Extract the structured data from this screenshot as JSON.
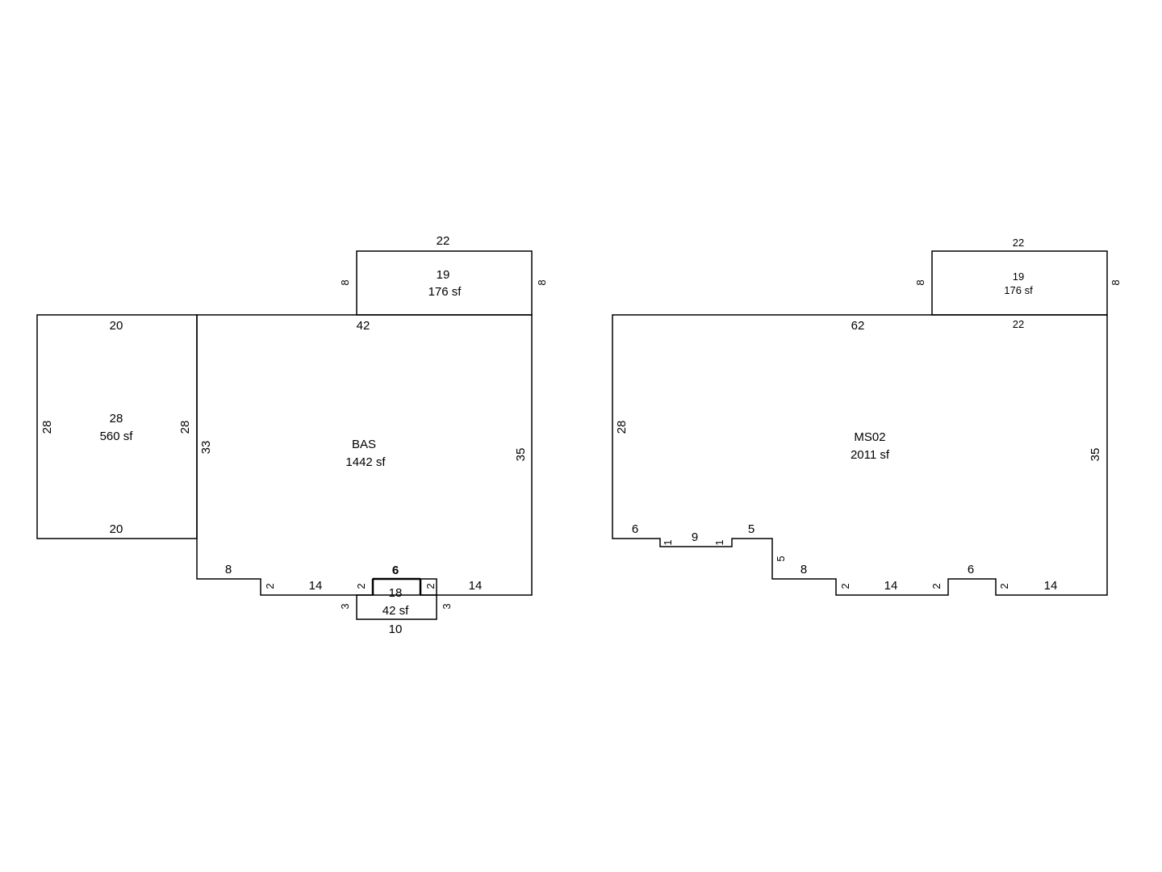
{
  "left_sketch": {
    "top_box": {
      "width_label": "22",
      "code": "19",
      "area": "176 sf",
      "left_side": "8",
      "right_side": "8"
    },
    "west_box": {
      "top_label": "20",
      "bottom_label": "20",
      "left_side": "28",
      "right_side": "28",
      "code": "28",
      "area": "560 sf"
    },
    "main": {
      "code": "BAS",
      "area": "1442 sf",
      "top_label": "42",
      "left_side": "33",
      "right_side": "35",
      "bottom_8": "8",
      "step_left": "2",
      "bottom_14_left": "14",
      "step_mid_left": "2",
      "notch_width": "6",
      "step_mid_right": "2",
      "bottom_14_right": "14"
    },
    "porch": {
      "code": "18",
      "area": "42 sf",
      "left_side": "3",
      "right_side": "3",
      "bottom": "10"
    }
  },
  "right_sketch": {
    "top_box": {
      "width_label": "22",
      "code": "19",
      "area": "176 sf",
      "left_side": "8",
      "right_side": "8",
      "bottom_label": "22"
    },
    "main": {
      "code": "MS02",
      "area": "2011 sf",
      "top_label": "62",
      "left_side": "28",
      "right_side": "35",
      "bottom_6": "6",
      "notch_left": "1",
      "notch_9": "9",
      "notch_right": "1",
      "bottom_5": "5",
      "drop_5": "5",
      "bottom_8": "8",
      "step_2a": "2",
      "bottom_14a": "14",
      "step_2b": "2",
      "notch_6": "6",
      "step_2c": "2",
      "bottom_14b": "14"
    }
  }
}
